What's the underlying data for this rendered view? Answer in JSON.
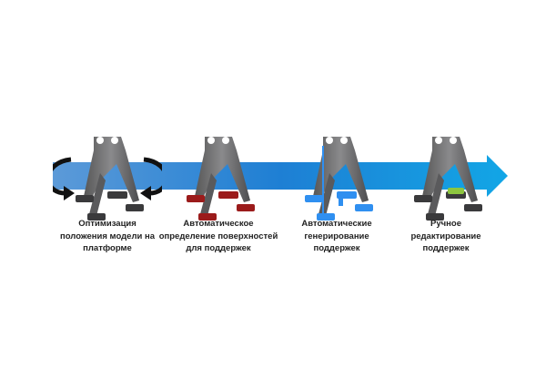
{
  "colors": {
    "arrow_start": "#4a8fd6",
    "arrow_end": "#0ea5e6",
    "part": "#6b6b6d",
    "red": "#9b1b1b",
    "blue": "#2f8ff0",
    "green": "#8dc63f"
  },
  "steps": [
    {
      "label_lines": [
        "Оптимизация",
        "положения модели на",
        "платформе"
      ],
      "icon": "rotate-arrows-icon"
    },
    {
      "label_lines": [
        "Автоматическое",
        "определение поверхностей",
        "для поддержек"
      ],
      "icon": "red-surfaces"
    },
    {
      "label_lines": [
        "Автоматические",
        "генерирование",
        "поддержек"
      ],
      "icon": "blue-supports"
    },
    {
      "label_lines": [
        "Ручное",
        "редактирование",
        "поддержек"
      ],
      "icon": "green-support"
    }
  ]
}
